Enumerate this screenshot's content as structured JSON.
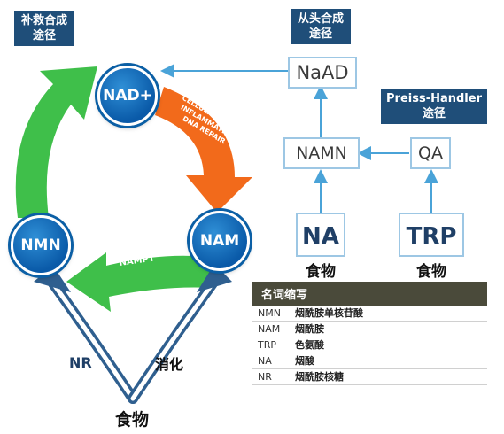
{
  "pathways": {
    "salvage": [
      "补救合成",
      "途径"
    ],
    "de_novo": [
      "从头合成",
      "途径"
    ],
    "preiss_handler": [
      "Preiss-Handler",
      "途径"
    ]
  },
  "molecules": {
    "nad": "NAD+",
    "nam": "NAM",
    "nmn": "NMN",
    "naad": "NaAD",
    "namn": "NAMN",
    "qa": "QA",
    "na": "NA",
    "trp": "TRP"
  },
  "arrow_text": {
    "orange": [
      "CELLULAR ENERGY",
      "INFLAMMATION",
      "DNA REPAIR"
    ],
    "enzyme": "NAMPT"
  },
  "food_labels": {
    "na_food": "食物",
    "trp_food": "食物",
    "bottom_food": "食物",
    "nr": "NR",
    "digestion": "消化"
  },
  "legend": {
    "title": "名词缩写",
    "rows": [
      {
        "abbr": "NMN",
        "full": "烟酰胺单核苷酸"
      },
      {
        "abbr": "NAM",
        "full": "烟酰胺"
      },
      {
        "abbr": "TRP",
        "full": "色氨酸"
      },
      {
        "abbr": "NA",
        "full": "烟酸"
      },
      {
        "abbr": "NR",
        "full": "烟酰胺核糖"
      }
    ]
  },
  "colors": {
    "green": "#3fbf4a",
    "orange": "#f26a1b",
    "blue": "#0b5fa5",
    "box_border": "#9dc7e4",
    "arrow_blue": "#4aa3d8",
    "tag_bg": "#1f4e79",
    "legend_head": "#4a4a3a"
  }
}
